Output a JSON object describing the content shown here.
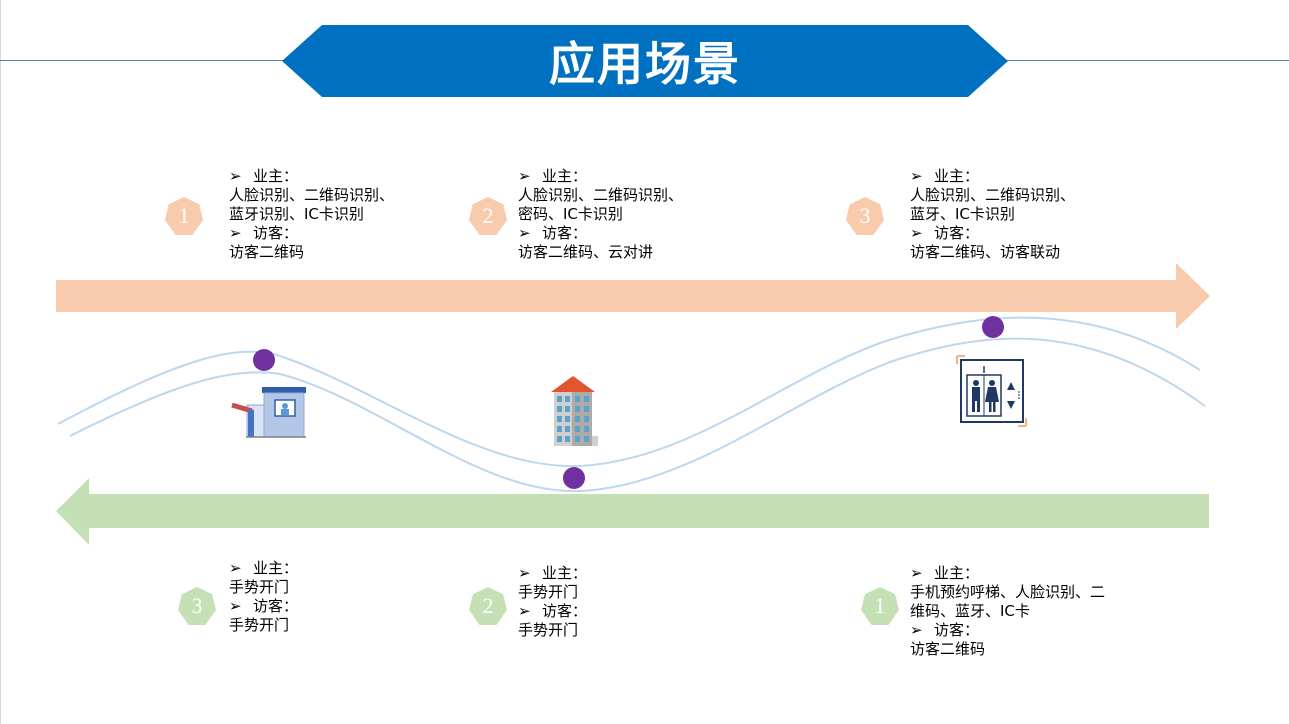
{
  "title": "应用场景",
  "colors": {
    "title_banner": "#0070c0",
    "top_arrow": "#f8cbad",
    "bottom_arrow": "#c5e0b4",
    "wave": "#bdd7ee",
    "dot": "#7030a0"
  },
  "bullet_icon": "arrow-bullet-icon",
  "top_items": [
    {
      "num": "1",
      "owner_head": "业主：",
      "owner_lines": [
        "人脸识别、二维码识别、",
        "蓝牙识别、IC卡识别"
      ],
      "visitor_head": "访客：",
      "visitor_lines": [
        "访客二维码"
      ]
    },
    {
      "num": "2",
      "owner_head": "业主：",
      "owner_lines": [
        "人脸识别、二维码识别、",
        "密码、IC卡识别"
      ],
      "visitor_head": "访客：",
      "visitor_lines": [
        "访客二维码、云对讲"
      ]
    },
    {
      "num": "3",
      "owner_head": "业主：",
      "owner_lines": [
        "人脸识别、二维码识别、",
        "蓝牙、IC卡识别"
      ],
      "visitor_head": "访客：",
      "visitor_lines": [
        "访客二维码、访客联动"
      ]
    }
  ],
  "bottom_items": [
    {
      "num": "3",
      "owner_head": "业主：",
      "owner_lines": [
        "手势开门"
      ],
      "visitor_head": "访客：",
      "visitor_lines": [
        "手势开门"
      ]
    },
    {
      "num": "2",
      "owner_head": "业主：",
      "owner_lines": [
        "手势开门"
      ],
      "visitor_head": "访客：",
      "visitor_lines": [
        "手势开门"
      ]
    },
    {
      "num": "1",
      "owner_head": "业主：",
      "owner_lines": [
        "手机预约呼梯、人脸识别、二",
        "维码、蓝牙、IC卡"
      ],
      "visitor_head": "访客：",
      "visitor_lines": [
        "访客二维码"
      ]
    }
  ],
  "icons": [
    "gatehouse-icon",
    "building-icon",
    "elevator-icon"
  ]
}
